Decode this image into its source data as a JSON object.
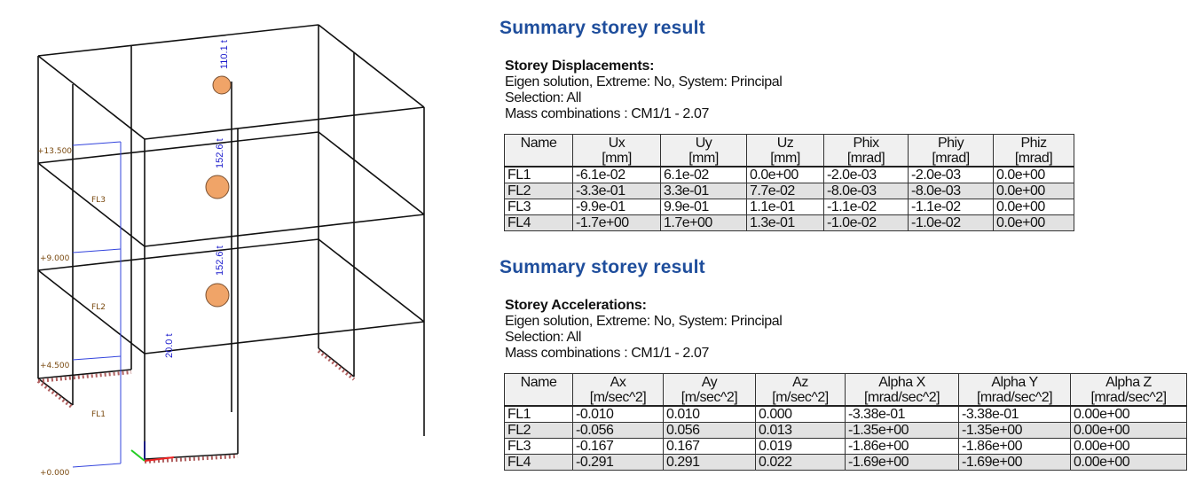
{
  "model": {
    "levels": [
      "+13.500",
      "+9.000",
      "+4.500",
      "+0.000"
    ],
    "floors": [
      "FL3",
      "FL2",
      "FL1"
    ],
    "masses": [
      "110.1 t",
      "152.6 t",
      "152.6 t",
      "20.0 t"
    ],
    "colors": {
      "mass": "#f0a468",
      "label": "#1a1acc",
      "level": "#7a4a10",
      "support": "#b06060"
    }
  },
  "sections": [
    {
      "title": "Summary storey result",
      "heading": "Storey Displacements:",
      "lines": [
        "Eigen solution, Extreme: No, System: Principal",
        "Selection: All",
        "Mass combinations : CM1/1 - 2.07"
      ],
      "columns": [
        [
          "Name",
          ""
        ],
        [
          "Ux",
          "[mm]"
        ],
        [
          "Uy",
          "[mm]"
        ],
        [
          "Uz",
          "[mm]"
        ],
        [
          "Phix",
          "[mrad]"
        ],
        [
          "Phiy",
          "[mrad]"
        ],
        [
          "Phiz",
          "[mrad]"
        ]
      ],
      "rows": [
        [
          "FL1",
          "-6.1e-02",
          "6.1e-02",
          "0.0e+00",
          "-2.0e-03",
          "-2.0e-03",
          "0.0e+00"
        ],
        [
          "FL2",
          "-3.3e-01",
          "3.3e-01",
          "7.7e-02",
          "-8.0e-03",
          "-8.0e-03",
          "0.0e+00"
        ],
        [
          "FL3",
          "-9.9e-01",
          "9.9e-01",
          "1.1e-01",
          "-1.1e-02",
          "-1.1e-02",
          "0.0e+00"
        ],
        [
          "FL4",
          "-1.7e+00",
          "1.7e+00",
          "1.3e-01",
          "-1.0e-02",
          "-1.0e-02",
          "0.0e+00"
        ]
      ]
    },
    {
      "title": "Summary storey result",
      "heading": "Storey Accelerations:",
      "lines": [
        "Eigen solution, Extreme: No, System: Principal",
        "Selection: All",
        "Mass combinations : CM1/1 - 2.07"
      ],
      "columns": [
        [
          "Name",
          ""
        ],
        [
          "Ax",
          "[m/sec^2]"
        ],
        [
          "Ay",
          "[m/sec^2]"
        ],
        [
          "Az",
          "[m/sec^2]"
        ],
        [
          "Alpha X",
          "[mrad/sec^2]"
        ],
        [
          "Alpha Y",
          "[mrad/sec^2]"
        ],
        [
          "Alpha Z",
          "[mrad/sec^2]"
        ]
      ],
      "rows": [
        [
          "FL1",
          "-0.010",
          "0.010",
          "0.000",
          "-3.38e-01",
          "-3.38e-01",
          "0.00e+00"
        ],
        [
          "FL2",
          "-0.056",
          "0.056",
          "0.013",
          "-1.35e+00",
          "-1.35e+00",
          "0.00e+00"
        ],
        [
          "FL3",
          "-0.167",
          "0.167",
          "0.019",
          "-1.86e+00",
          "-1.86e+00",
          "0.00e+00"
        ],
        [
          "FL4",
          "-0.291",
          "0.291",
          "0.022",
          "-1.69e+00",
          "-1.69e+00",
          "0.00e+00"
        ]
      ]
    }
  ]
}
